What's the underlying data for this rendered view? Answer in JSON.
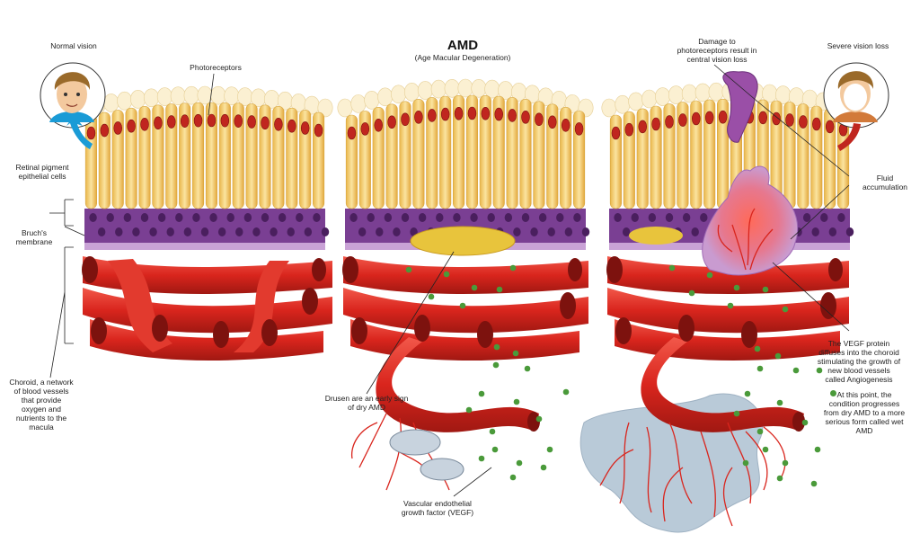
{
  "title": "AMD",
  "subtitle": "(Age Macular Degeneration)",
  "labels": {
    "normal_vision": "Normal vision",
    "severe_vision_loss": "Severe vision loss",
    "photoreceptors": "Photoreceptors",
    "retinal_pigment": "Retinal pigment\nepithelial cells",
    "bruchs_membrane": "Bruch's\nmembrane",
    "choroid": "Choroid, a network\nof blood vessels\nthat provide\noxygen and\nnutrients to the\nmacula",
    "drusen": "Drusen are an early sign\nof dry AMD",
    "vegf": "Vascular endothelial\ngrowth factor (VEGF)",
    "damage": "Damage to\nphotoreceptors result in\ncentral vision loss",
    "fluid": "Fluid\naccumulation",
    "angiogenesis": "The VEGF protein\ndiffuses into the choroid\nstimulating the growth of\nnew blood vessels\ncalled Angiogenesis",
    "wet_amd": "At this point, the\ncondition progresses\nfrom dry AMD to a more\nserious form called wet\nAMD"
  },
  "colors": {
    "photoreceptor": "#f7d37a",
    "photoreceptor_tip": "#fbf0d2",
    "nucleus": "#c0261f",
    "epithelium": "#7a3f93",
    "bruch": "#c9a2d6",
    "vessel": "#d9251d",
    "vessel_dark": "#8d1410",
    "drusen": "#e8c43c",
    "vegf_dot": "#4a9a3a",
    "fluid": "#b9cad8",
    "shirt": "#1a9bd6",
    "hair": "#9a6a2a"
  }
}
